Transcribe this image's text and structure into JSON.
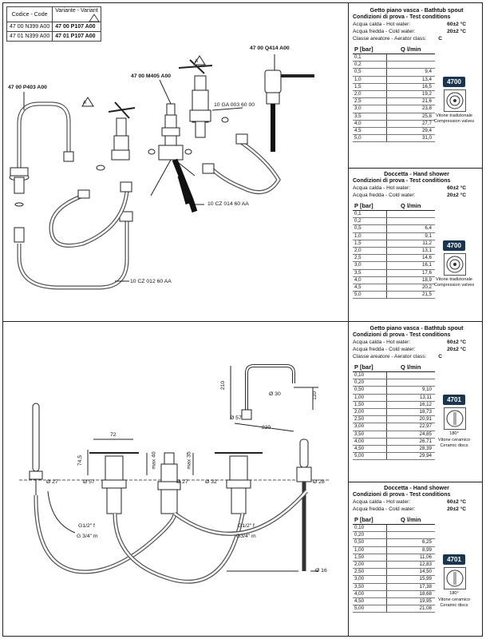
{
  "code_table": {
    "header_code": "Codice - Code",
    "header_variant": "Variante - Variant",
    "rows": [
      {
        "code": "47 00 N399 A00",
        "variant": "47 00 P107 A00"
      },
      {
        "code": "47 01 N399 A00",
        "variant": "47 01 P107 A00"
      }
    ]
  },
  "exploded_labels": {
    "spout": "47 00 P403 A00",
    "diverter": "47 00 M405 A00",
    "handshower": "47 00 Q414 A00",
    "nut": "10 GA 003 60 00",
    "hose_short": "10 CZ 014 60 AA",
    "hose_long": "10 CZ 012 60 AA",
    "warning_mark": "A"
  },
  "panels": [
    {
      "title": "Getto piano vasca - Bathtub spout",
      "conditions_title": "Condizioni di prova - Test conditions",
      "hot_label": "Acqua calda - Hot water:",
      "hot_value": "60±2 °C",
      "cold_label": "Acqua fredda - Cold water:",
      "cold_value": "20±2 °C",
      "aerator_label": "Classe areatore - Aerator class:",
      "aerator_value": "C",
      "col_p": "P [bar]",
      "col_q": "Q l/min",
      "rows": [
        [
          "0,1",
          ""
        ],
        [
          "0,2",
          ""
        ],
        [
          "0,5",
          "9,4"
        ],
        [
          "1,0",
          "13,4"
        ],
        [
          "1,5",
          "16,5"
        ],
        [
          "2,0",
          "19,2"
        ],
        [
          "2,5",
          "21,6"
        ],
        [
          "3,0",
          "23,8"
        ],
        [
          "3,5",
          "25,8"
        ],
        [
          "4,0",
          "27,7"
        ],
        [
          "4,5",
          "29,4"
        ],
        [
          "5,0",
          "31,0"
        ]
      ],
      "badge": "4700",
      "valve_caption_1": "Vitone tradizionale",
      "valve_caption_2": "Compression valves"
    },
    {
      "title": "Doccetta - Hand shower",
      "conditions_title": "Condizioni di prova - Test conditions",
      "hot_label": "Acqua calda - Hot water:",
      "hot_value": "60±2 °C",
      "cold_label": "Acqua fredda - Cold water:",
      "cold_value": "20±2 °C",
      "col_p": "P [bar]",
      "col_q": "Q l/min",
      "rows": [
        [
          "0,1",
          ""
        ],
        [
          "0,2",
          ""
        ],
        [
          "0,5",
          "6,4"
        ],
        [
          "1,0",
          "9,1"
        ],
        [
          "1,5",
          "11,2"
        ],
        [
          "2,0",
          "13,1"
        ],
        [
          "2,5",
          "14,6"
        ],
        [
          "3,0",
          "16,1"
        ],
        [
          "3,5",
          "17,6"
        ],
        [
          "4,0",
          "18,9"
        ],
        [
          "4,5",
          "20,2"
        ],
        [
          "5,0",
          "21,5"
        ]
      ],
      "badge": "4700",
      "valve_caption_1": "Vitone tradizionale",
      "valve_caption_2": "Compression valves"
    },
    {
      "title": "Getto piano vasca - Bathtub spout",
      "conditions_title": "Condizioni di prova - Test conditions",
      "hot_label": "Acqua calda - Hot water:",
      "hot_value": "60±2 °C",
      "cold_label": "Acqua fredda - Cold water:",
      "cold_value": "20±2 °C",
      "aerator_label": "Classe areatore - Aerator class:",
      "aerator_value": "C",
      "col_p": "P [bar]",
      "col_q": "Q l/min",
      "rows": [
        [
          "0,10",
          ""
        ],
        [
          "0,20",
          ""
        ],
        [
          "0,50",
          "9,10"
        ],
        [
          "1,00",
          "13,11"
        ],
        [
          "1,50",
          "16,12"
        ],
        [
          "2,00",
          "18,73"
        ],
        [
          "2,50",
          "20,91"
        ],
        [
          "3,00",
          "22,97"
        ],
        [
          "3,50",
          "24,85"
        ],
        [
          "4,00",
          "26,71"
        ],
        [
          "4,50",
          "28,39"
        ],
        [
          "5,00",
          "29,94"
        ]
      ],
      "badge": "4701",
      "angle": "180°",
      "valve_caption_1": "Vitone ceramico",
      "valve_caption_2": "Ceramic discs"
    },
    {
      "title": "Doccetta - Hand shower",
      "conditions_title": "Condizioni di prova - Test conditions",
      "hot_label": "Acqua calda - Hot water:",
      "hot_value": "60±2 °C",
      "cold_label": "Acqua fredda - Cold water:",
      "cold_value": "20±2 °C",
      "col_p": "P [bar]",
      "col_q": "Q l/min",
      "rows": [
        [
          "0,10",
          ""
        ],
        [
          "0,20",
          ""
        ],
        [
          "0,50",
          "6,25"
        ],
        [
          "1,00",
          "8,99"
        ],
        [
          "1,50",
          "11,06"
        ],
        [
          "2,00",
          "12,83"
        ],
        [
          "2,50",
          "14,50"
        ],
        [
          "3,00",
          "15,99"
        ],
        [
          "3,50",
          "17,38"
        ],
        [
          "4,00",
          "18,68"
        ],
        [
          "4,50",
          "19,95"
        ],
        [
          "5,00",
          "21,08"
        ]
      ],
      "badge": "4701",
      "angle": "180°",
      "valve_caption_1": "Vitone ceramico",
      "valve_caption_2": "Ceramic discs"
    }
  ],
  "dimensions": {
    "d210": "210",
    "d110": "110",
    "d220": "220",
    "d30": "Ø 30",
    "d57_top": "Ø 57",
    "d72": "72",
    "d745": "74,5",
    "max40": "max 40",
    "max35": "max 35",
    "d27_left": "Ø 27",
    "d57": "Ø 57",
    "d27_mid": "Ø 27",
    "d32": "Ø 32",
    "d28": "Ø 28",
    "d16": "Ø 16",
    "g12_left": "G1/2\" f",
    "g34_left": "G 3/4\" m",
    "g12_right": "G1/2\" f",
    "g34_right": "G3/4\" m"
  }
}
